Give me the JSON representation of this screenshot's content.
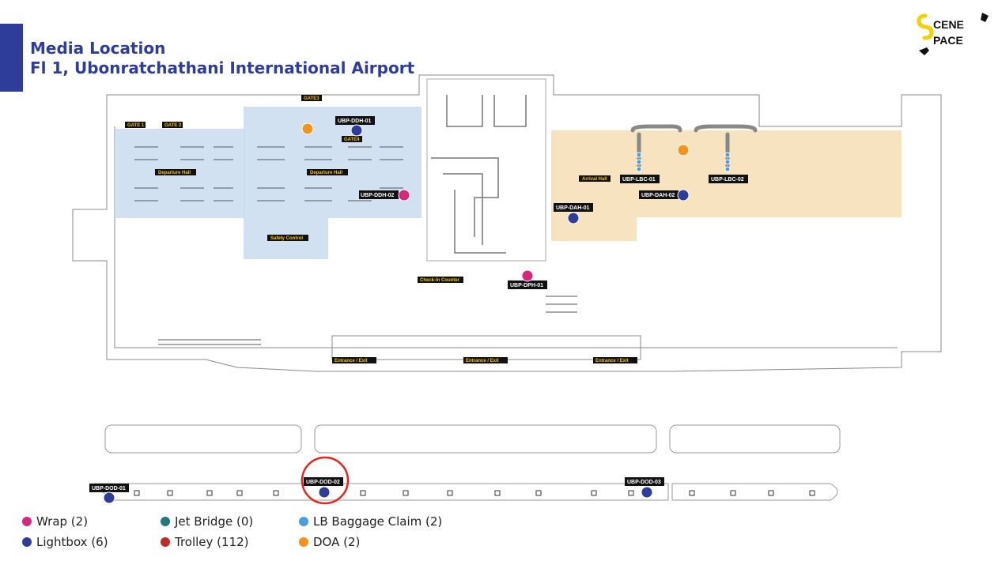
{
  "header": {
    "title_line1": "Media Location",
    "title_line2": "Fl 1, Ubonratchathani International Airport"
  },
  "logo": {
    "line1": "CENE",
    "line2": "PACE",
    "letter": "S"
  },
  "colors": {
    "accent": "#2e3d9a",
    "departure_zone": "#c9dcf0",
    "arrival_zone": "#f7deb5",
    "wrap": "#d6287f",
    "lightbox": "#2e3d9a",
    "jet_bridge": "#1f7a78",
    "trolley": "#c22a2a",
    "lb_baggage": "#4a9ee0",
    "doa": "#f29320"
  },
  "map_labels": {
    "gate1": "GATE 1",
    "gate2": "GATE 2",
    "gate3": "GATE3",
    "gate4": "GATE4",
    "departure_hall_1": "Departure Hall",
    "departure_hall_2": "Departure Hall",
    "safety_control": "Safety Control",
    "check_in_counter": "Check-In Counter",
    "arrival_hall": "Arrival Hall",
    "entrance_exit_1": "Entrance / Exit",
    "entrance_exit_2": "Entrance / Exit",
    "entrance_exit_3": "Entrance / Exit"
  },
  "placements": {
    "ubp_ddh_01": "UBP-DDH-01",
    "ubp_ddh_02": "UBP-DDH-02",
    "ubp_dph_01": "UBP-DPH-01",
    "ubp_dah_01": "UBP-DAH-01",
    "ubp_dah_02": "UBP-DAH-02",
    "ubp_lbc_01": "UBP-LBC-01",
    "ubp_lbc_02": "UBP-LBC-02",
    "ubp_dod_01": "UBP-DOD-01",
    "ubp_dod_02": "UBP-DOD-02",
    "ubp_dod_03": "UBP-DOD-03"
  },
  "legend": {
    "wrap": "Wrap (2)",
    "lightbox": "Lightbox (6)",
    "jet_bridge": "Jet Bridge (0)",
    "trolley": "Trolley (112)",
    "lb_baggage_claim": "LB Baggage Claim (2)",
    "doa": "DOA (2)"
  }
}
